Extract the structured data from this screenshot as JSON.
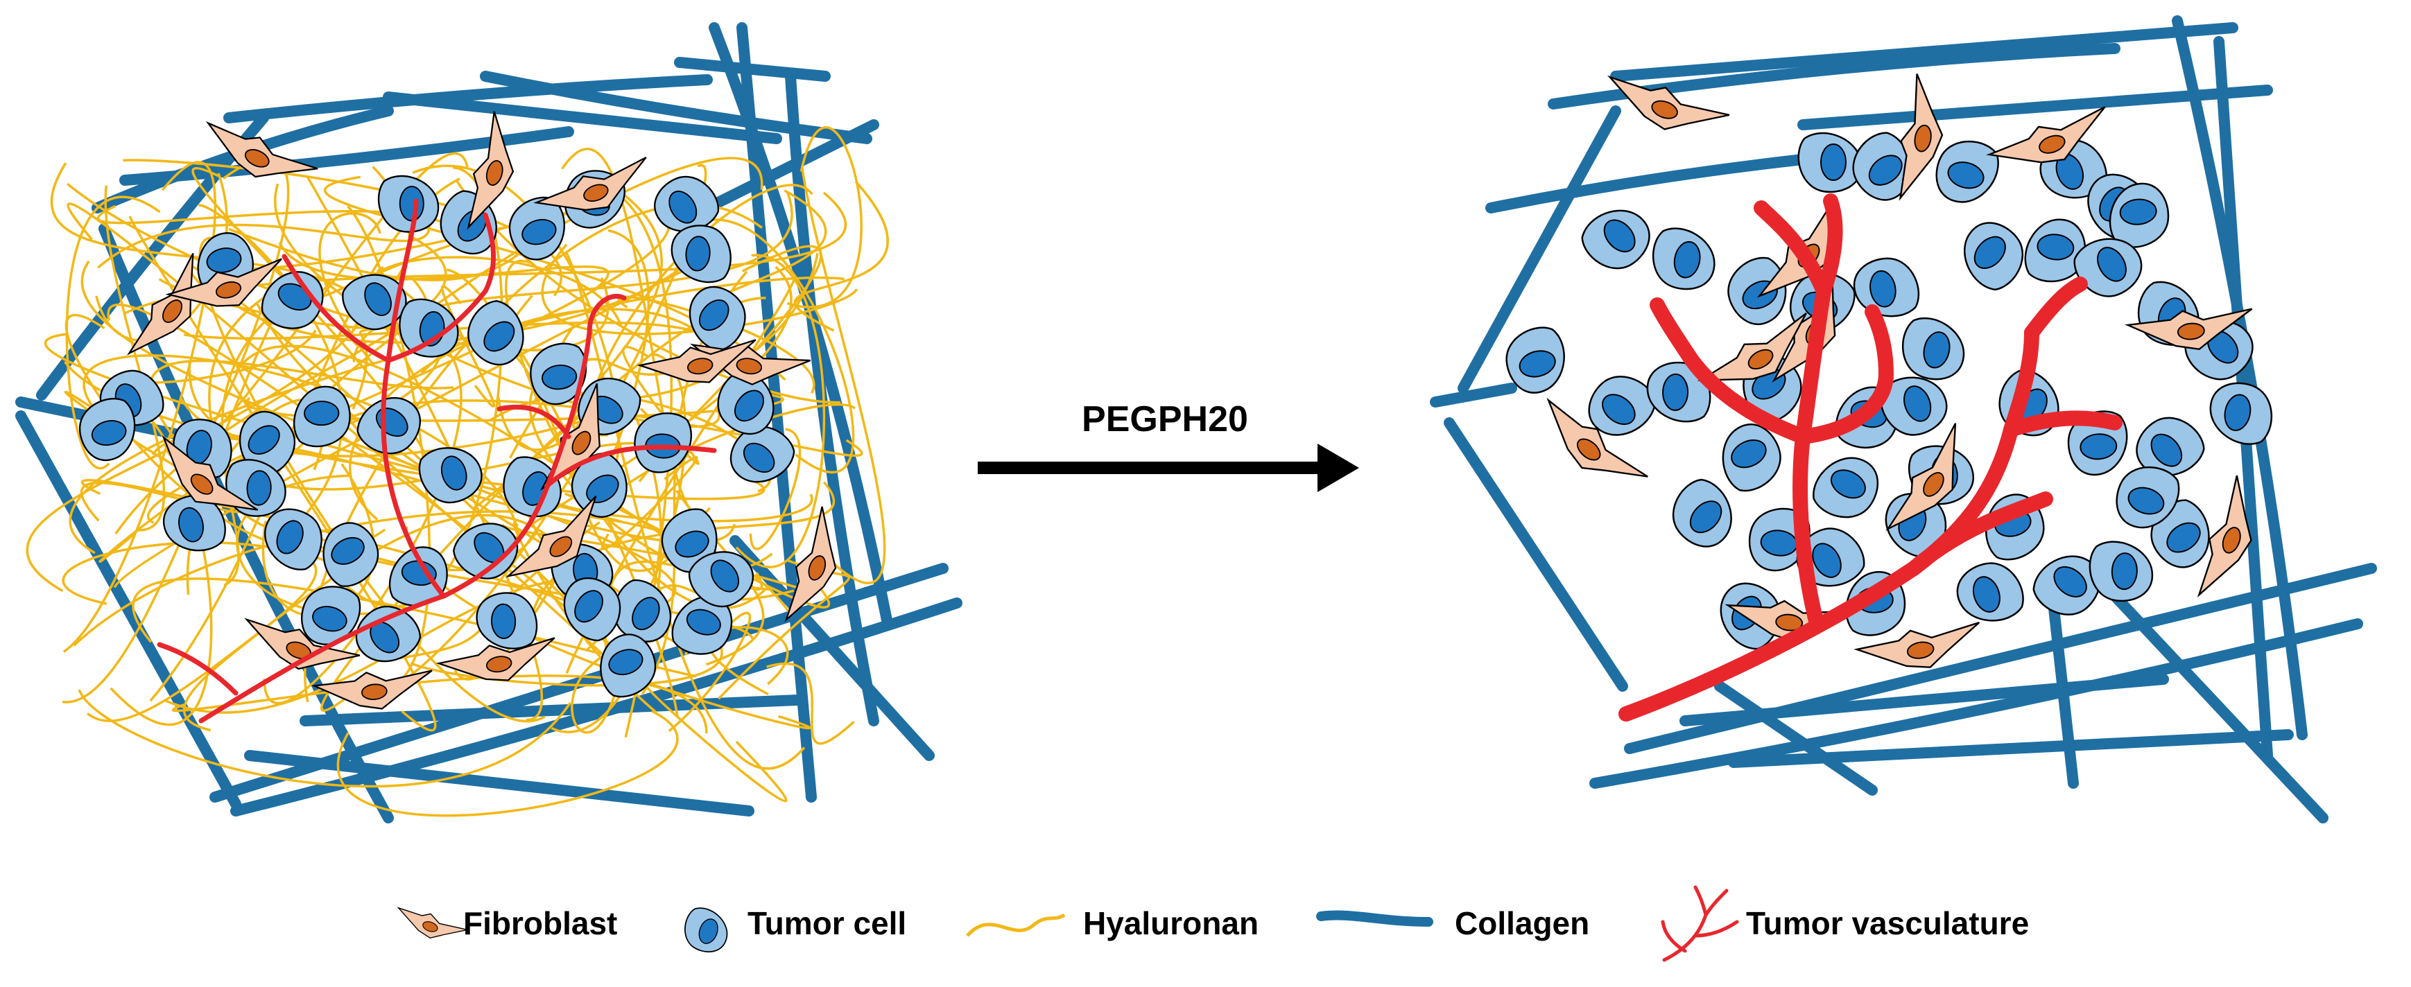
{
  "process": {
    "before_label": "",
    "after_label": "",
    "treatment": "PEGPH20"
  },
  "legend": {
    "items": [
      {
        "key": "fibroblast",
        "label": "Fibroblast",
        "icon": "fibroblast-icon"
      },
      {
        "key": "tumor_cell",
        "label": "Tumor cell",
        "icon": "tumor-cell-icon"
      },
      {
        "key": "hyaluronan",
        "label": "Hyaluronan",
        "icon": "hyaluronan-icon"
      },
      {
        "key": "collagen",
        "label": "Collagen",
        "icon": "collagen-icon"
      },
      {
        "key": "vasculature",
        "label": "Tumor vasculature",
        "icon": "vasculature-icon"
      }
    ]
  },
  "colors": {
    "collagen": "#1f6fa3",
    "hyaluronan": "#f2b817",
    "vasculature": "#e8272d",
    "tumor_cell_fill": "#9cc6e8",
    "tumor_nucleus": "#1f78c4",
    "fibroblast_fill": "#f6c9ad",
    "fibroblast_nucleus": "#d2691e",
    "arrow": "#000000"
  }
}
